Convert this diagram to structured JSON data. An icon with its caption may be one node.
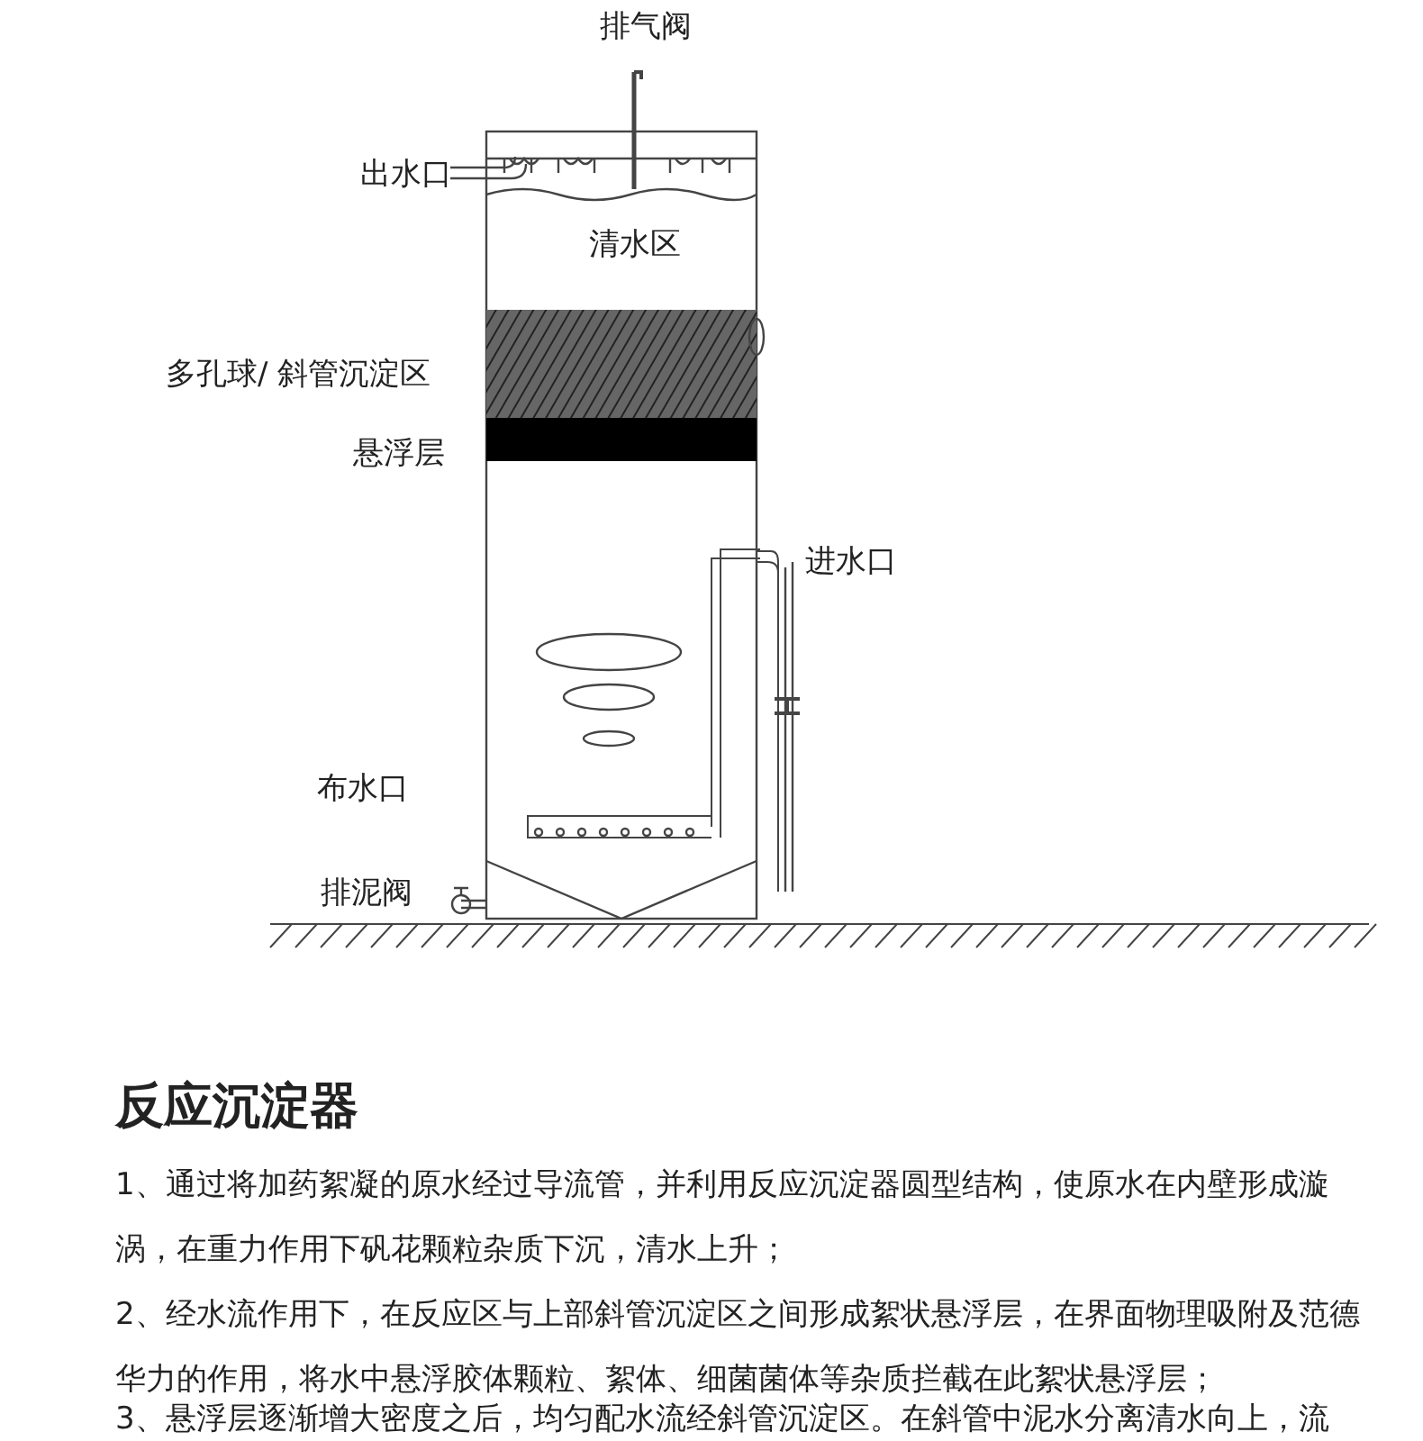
{
  "diagram": {
    "title": "反应沉淀器",
    "labels": [
      "排气阀",
      "出水口",
      "清水区",
      "多孔球/ 斜管沉淀区",
      "悬浮层",
      "进水口",
      "布水口",
      "排泥阀",
      "1、通过将加药絮凝的原水经过导流管，并利用反应沉淀器圆型结构，使原水在内壁形成漩涡，在重力作用下矾花颗粒杂质下沉，清水上升；",
      "2、经水流作用下，在反应区与上部斜管沉淀区之间形成絮状悬浮层，在界面物理吸附及范德华力的作用，将水中悬浮胶体颗粒、絮体、细菌菌体等杂质拦截在此絮状悬浮层；",
      "3、悬浮层逐渐增大密度之后，均匀配水流经斜管沉淀区。在斜管中泥水分离清水向上，流"
    ]
  }
}
